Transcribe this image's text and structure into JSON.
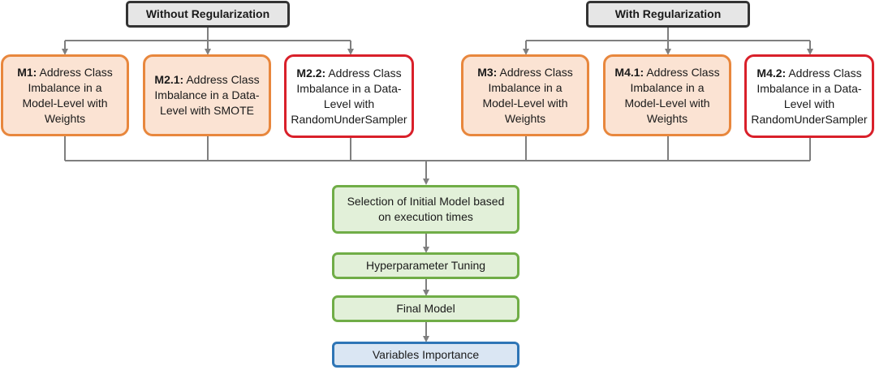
{
  "headers": {
    "without": "Without Regularization",
    "with": "With Regularization"
  },
  "models": [
    {
      "code": "M1:",
      "text": "Address Class Imbalance in a Model-Level with Weights",
      "style": "orange"
    },
    {
      "code": "M2.1:",
      "text": "Address Class Imbalance in a Data-Level with SMOTE",
      "style": "orange"
    },
    {
      "code": "M2.2:",
      "text": "Address Class Imbalance in a Data-Level with RandomUnderSampler",
      "style": "red"
    },
    {
      "code": "M3:",
      "text": "Address Class Imbalance in a Model-Level with Weights",
      "style": "orange"
    },
    {
      "code": "M4.1:",
      "text": "Address Class Imbalance in a Model-Level with Weights",
      "style": "orange"
    },
    {
      "code": "M4.2:",
      "text": "Address Class Imbalance in a Data-Level with RandomUnderSampler",
      "style": "red"
    }
  ],
  "pipeline": {
    "selection": "Selection of Initial Model based on execution times",
    "tuning": "Hyperparameter Tuning",
    "final": "Final Model",
    "importance": "Variables Importance"
  },
  "colors": {
    "connector": "#7f7f7f",
    "orange_border": "#e8873d",
    "orange_fill": "#fbe3d3",
    "red_border": "#d9202a",
    "green_border": "#70ad47",
    "green_fill": "#e2f0d9",
    "blue_border": "#2e75b6",
    "blue_fill": "#dae6f3",
    "header_fill": "#e6e6e6",
    "header_border": "#333333"
  }
}
